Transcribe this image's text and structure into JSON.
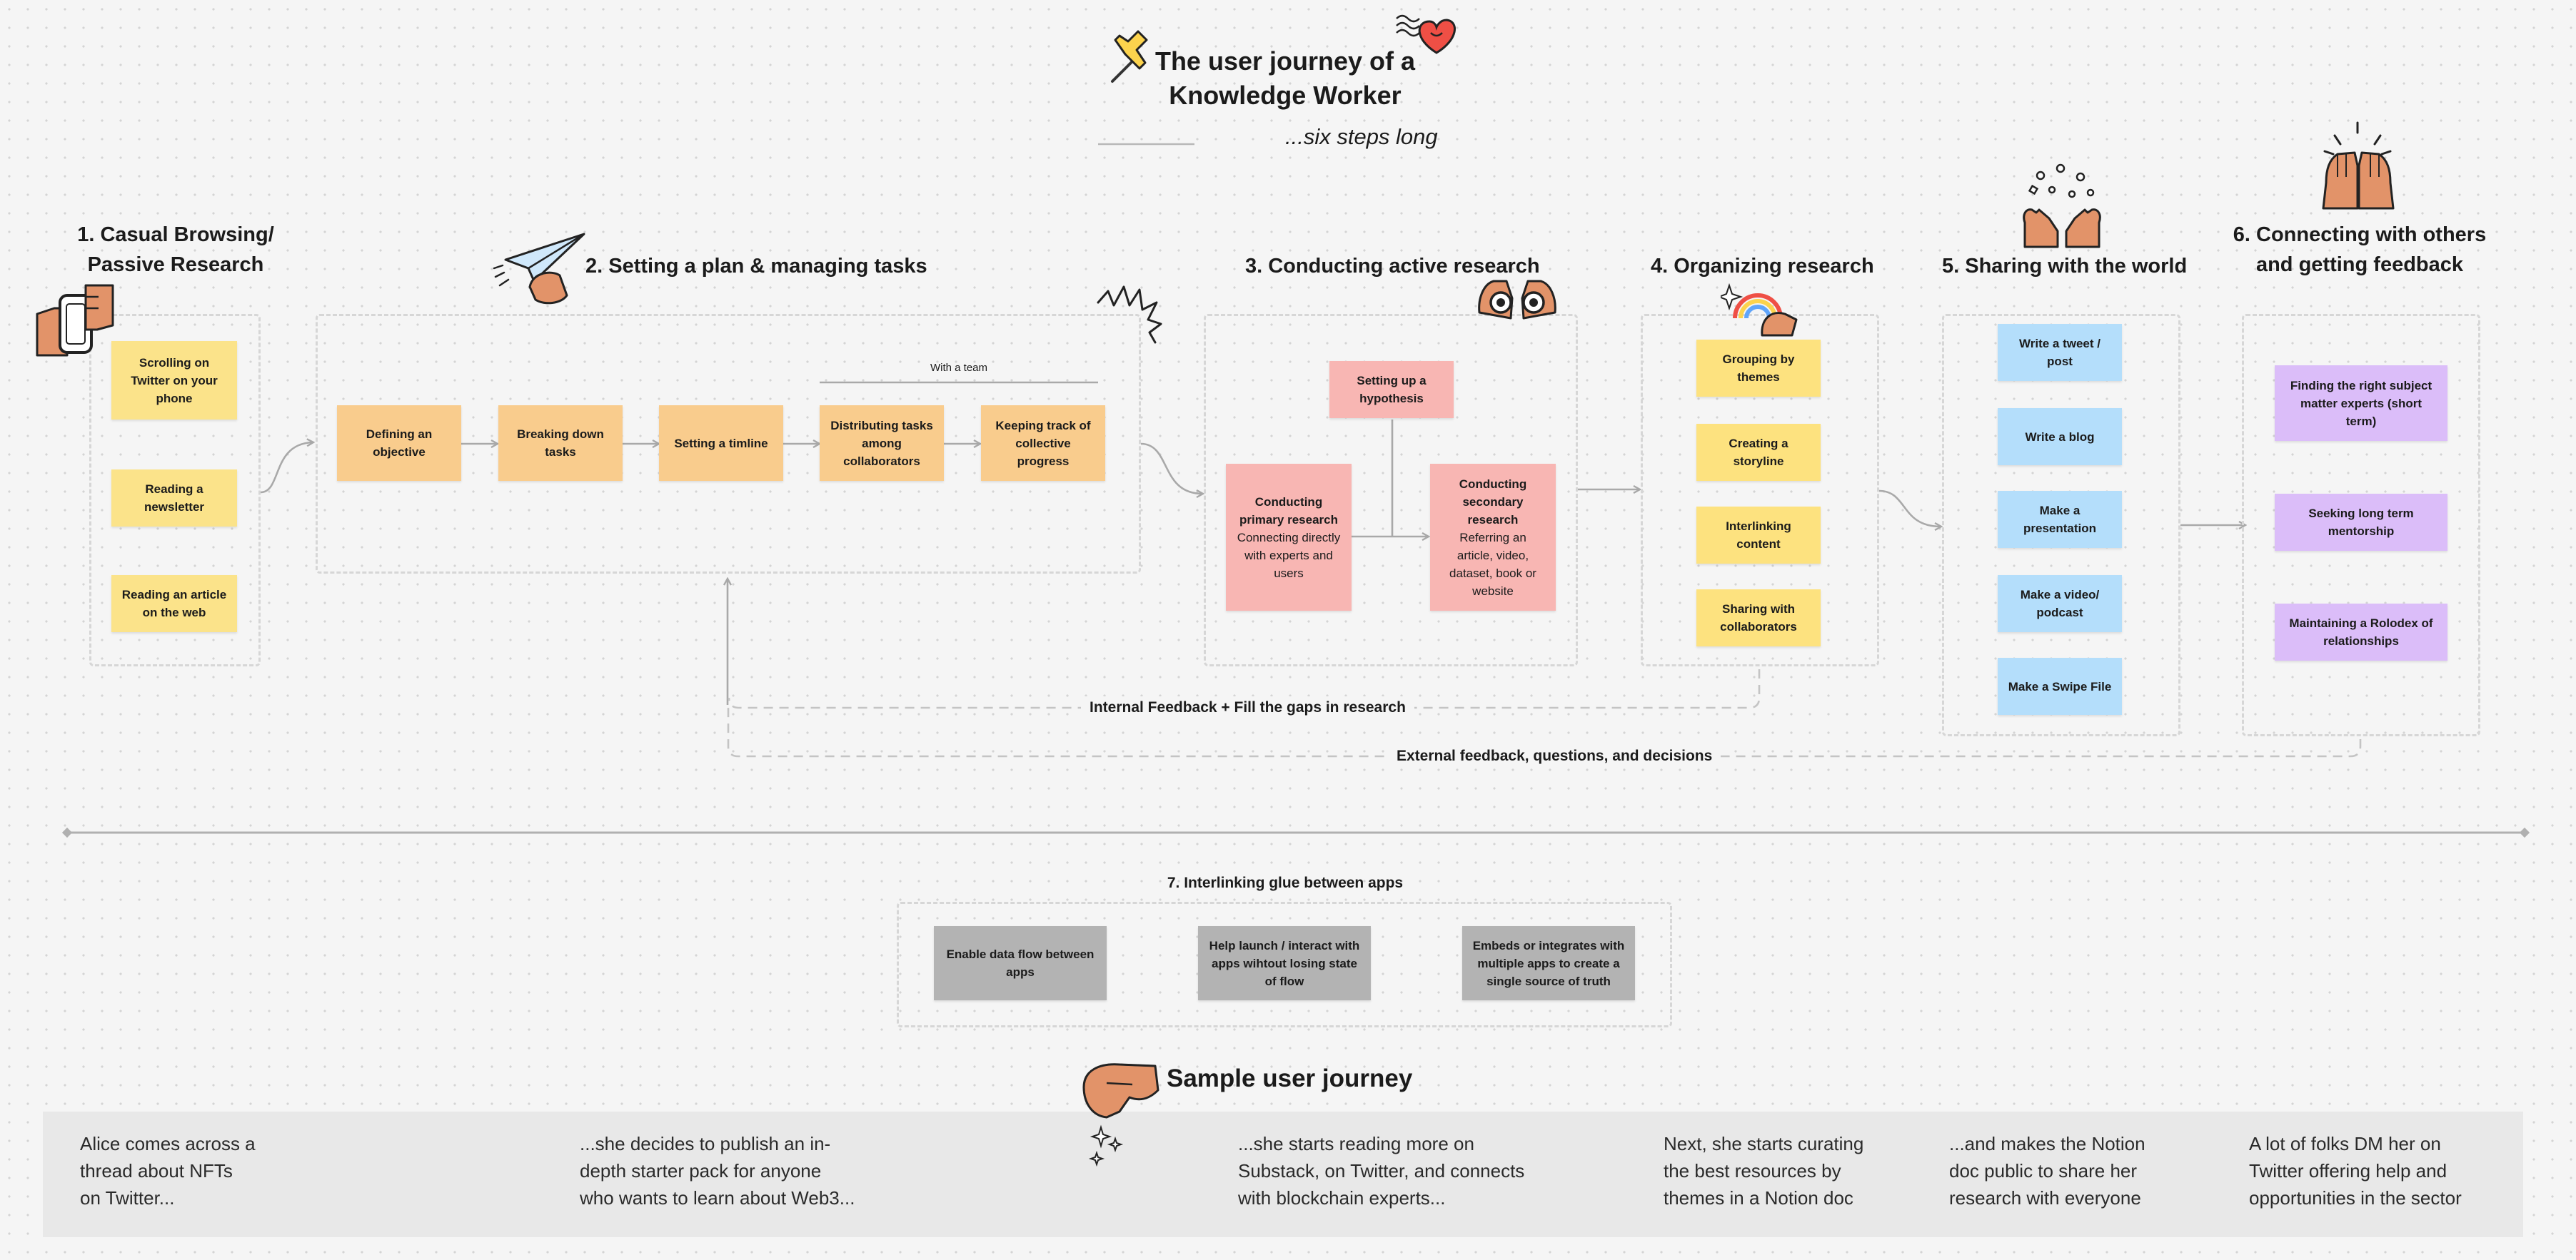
{
  "title": {
    "line1": "The user journey of a",
    "line2": "Knowledge Worker",
    "subtitle": "...six steps long"
  },
  "steps": [
    {
      "title_line1": "1.  Casual Browsing/",
      "title_line2": "Passive Research",
      "notes": [
        "Scrolling on Twitter on your phone",
        "Reading a newsletter",
        "Reading an article on the web"
      ]
    },
    {
      "title": "2. Setting a plan & managing tasks",
      "notes": [
        "Defining an objective",
        "Breaking down tasks",
        "Setting a timline",
        "Distributing tasks among collaborators",
        "Keeping track of collective progress"
      ],
      "team_label": "With a team"
    },
    {
      "title": "3. Conducting active research",
      "hypothesis": "Setting up a hypothesis",
      "primary": {
        "title": "Conducting primary research",
        "desc": "Connecting directly with experts and users"
      },
      "secondary": {
        "title": "Conducting secondary research",
        "desc": "Referring an article, video, dataset, book or website"
      }
    },
    {
      "title": "4. Organizing research",
      "notes": [
        "Grouping by themes",
        "Creating a storyline",
        "Interlinking content",
        "Sharing with collaborators"
      ]
    },
    {
      "title": "5. Sharing with the world",
      "notes": [
        "Write a tweet / post",
        "Write a blog",
        "Make a presentation",
        "Make a video/ podcast",
        "Make a Swipe File"
      ]
    },
    {
      "title_line1": "6. Connecting with others",
      "title_line2": "and getting feedback",
      "notes": [
        "Finding the right subject matter experts (short term)",
        "Seeking long term mentorship",
        "Maintaining a Rolodex of relationships"
      ]
    }
  ],
  "feedback": {
    "internal": "Internal Feedback + Fill the gaps in research",
    "external": "External feedback, questions, and decisions"
  },
  "glue": {
    "title": "7. Interlinking glue between apps",
    "notes": [
      "Enable data flow between apps",
      "Help launch / interact with apps wihtout losing state of flow",
      "Embeds or integrates with multiple apps to create a single source of truth"
    ]
  },
  "sample": {
    "title": "Sample user journey",
    "stories": [
      [
        "Alice comes across a",
        "thread about NFTs",
        "on Twitter..."
      ],
      [
        "...she decides to publish an in-",
        "depth starter pack for anyone",
        "who wants to learn about Web3..."
      ],
      [
        "...she starts reading more on",
        "Substack, on Twitter, and connects",
        "with blockchain experts..."
      ],
      [
        "Next, she starts curating",
        "the best resources by",
        "themes in a Notion doc"
      ],
      [
        "...and makes the Notion",
        "doc public to share her",
        "research with everyone"
      ],
      [
        "A lot of folks DM her on",
        "Twitter offering help and",
        "opportunities in the sector"
      ]
    ]
  },
  "colors": {
    "yellow": "#fbe38a",
    "orange": "#f9cc8d",
    "pink": "#f8b6b3",
    "gold": "#fde27f",
    "blue": "#b4defb",
    "purple": "#dbbdf9",
    "gray": "#b3b3b3",
    "skin": "#e29369",
    "heart": "#ef4f45"
  },
  "icons": [
    "pushpin-icon",
    "heart-sticker-icon",
    "phone-hands-icon",
    "paper-plane-hand-icon",
    "scribble-icon",
    "binoculars-icon",
    "rainbow-hand-icon",
    "cupped-hands-icon",
    "high-five-icon",
    "pinching-hand-icon"
  ]
}
